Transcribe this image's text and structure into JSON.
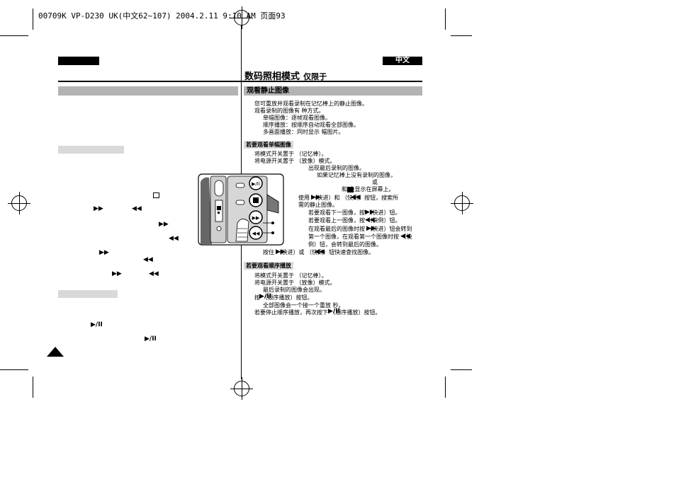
{
  "print_header": "00709K VP-D230 UK(中文62~107) 2004.2.11 9:10 AM 页面93",
  "header": {
    "language_tab": "中文",
    "title": "数码照相模式",
    "title_suffix": "仅限于"
  },
  "section": {
    "title": "观看静止图像",
    "intro": [
      "您可重放并观看录制在记忆棒上的静止图像。",
      "观看录制的图像有  种方式。",
      "单幅图像：逐帧观看图像。",
      "顺序播放：按顺序自动观看全部图像。",
      "多画面播放：同时显示  幅图片。"
    ]
  },
  "single": {
    "title": "若要观看单幅图像",
    "lines": [
      "将模式开关置于                    （记忆棒）。",
      "将电源开关置于          （放像）模式。",
      "出现最后录制的图像。",
      "如果记忆棒上没有录制的图像，",
      "或",
      "和      会显示在屏幕上。",
      "使用      （快进）和      （快倒）按钮，搜索所",
      "需的静止图像。",
      "若要观看下一图像，按      （快进）钮。",
      "若要观看上一图像，按      （快倒）钮。",
      "在观看最后的图像时按      （快进）钮会转到",
      "第一个图像，在观看第一个图像时按      （快",
      "倒）钮，会转到最后的图像。",
      "按住      （快进）或      （快倒）钮快速查找图像。"
    ]
  },
  "slideshow": {
    "title": "若要观看顺序播放",
    "lines": [
      "将模式开关置于                    （记忆棒）。",
      "将电源开关置于          （放像）模式。",
      "最后录制的图像会出现。",
      "按      （顺序播放）按钮。",
      "全部图像会一个接一个重放       秒。",
      "若要停止顺序播放，再次按下      （顺序播放）按钮。"
    ]
  },
  "icons": {
    "ff": "▶▶",
    "rew": "◀◀",
    "play_pause": "▶/II"
  }
}
